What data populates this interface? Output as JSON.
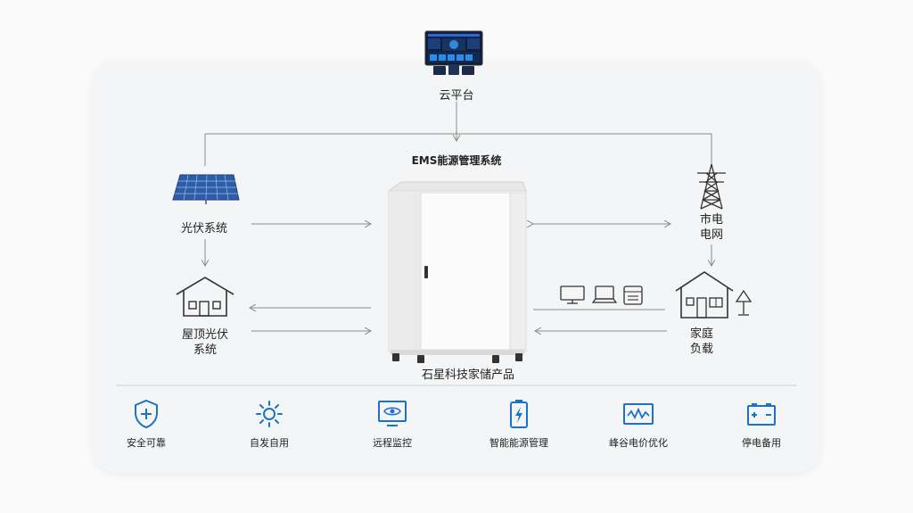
{
  "cloud": {
    "label": "云平台"
  },
  "ems": {
    "title": "EMS能源管理系统"
  },
  "product": {
    "label": "石星科技家储产品"
  },
  "pv": {
    "label": "光伏系统"
  },
  "rooftop": {
    "line1": "屋顶光伏",
    "line2": "系统"
  },
  "grid": {
    "line1": "市电",
    "line2": "电网"
  },
  "home": {
    "line1": "家庭",
    "line2": "负载"
  },
  "features": [
    {
      "label": "安全可靠",
      "icon": "shield-plus-icon"
    },
    {
      "label": "自发自用",
      "icon": "sun-icon"
    },
    {
      "label": "远程监控",
      "icon": "monitor-eye-icon"
    },
    {
      "label": "智能能源管理",
      "icon": "battery-bolt-icon"
    },
    {
      "label": "峰谷电价优化",
      "icon": "wave-chart-icon"
    },
    {
      "label": "停电备用",
      "icon": "battery-plus-minus-icon"
    }
  ],
  "colors": {
    "accent": "#1a73c8",
    "line": "#8a8a8a",
    "card": "#f4f5f6"
  }
}
